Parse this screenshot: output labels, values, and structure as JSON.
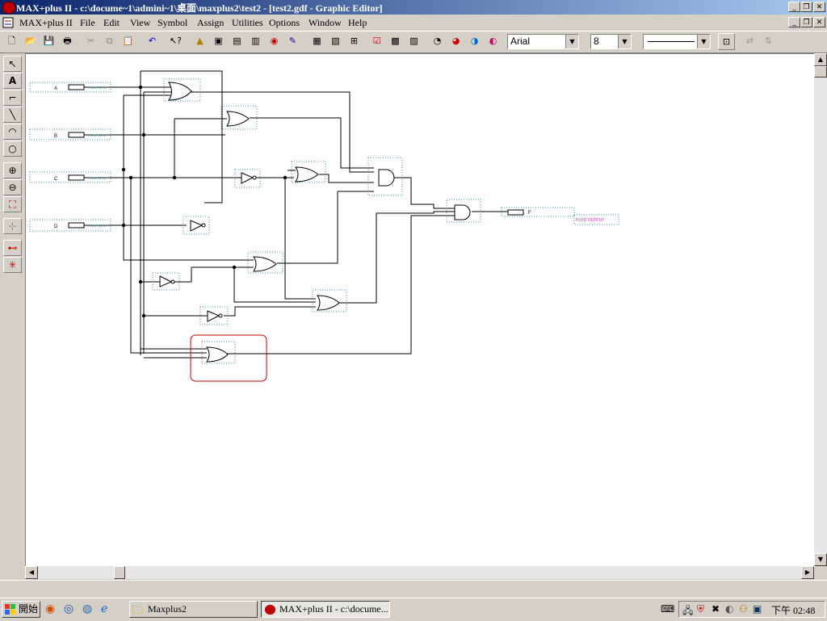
{
  "window": {
    "title": "MAX+plus II - c:\\docume~1\\admini~1\\桌面\\maxplus2\\test2 - [test2.gdf - Graphic Editor]"
  },
  "menu": {
    "app_label": "MAX+plus II",
    "items": [
      "File",
      "Edit",
      "View",
      "Symbol",
      "Assign",
      "Utilities",
      "Options",
      "Window",
      "Help"
    ]
  },
  "toolbar": {
    "font_name": "Arial",
    "font_size": "8"
  },
  "schematic": {
    "inputs": [
      "A",
      "B",
      "C",
      "D"
    ],
    "output": "F",
    "pin_info_label": "PLRD INPUT",
    "output_info_label": "PLRD OUTPUT"
  },
  "taskbar": {
    "start_label": "開始",
    "tasks": [
      "Maxplus2",
      "MAX+plus II - c:\\docume..."
    ],
    "clock": "下午 02:48"
  },
  "colors": {
    "titlebar_start": "#0a246a",
    "titlebar_end": "#a6caf0",
    "selection_box": "#cc0000",
    "symbol_outline": "#3a8fa8"
  }
}
